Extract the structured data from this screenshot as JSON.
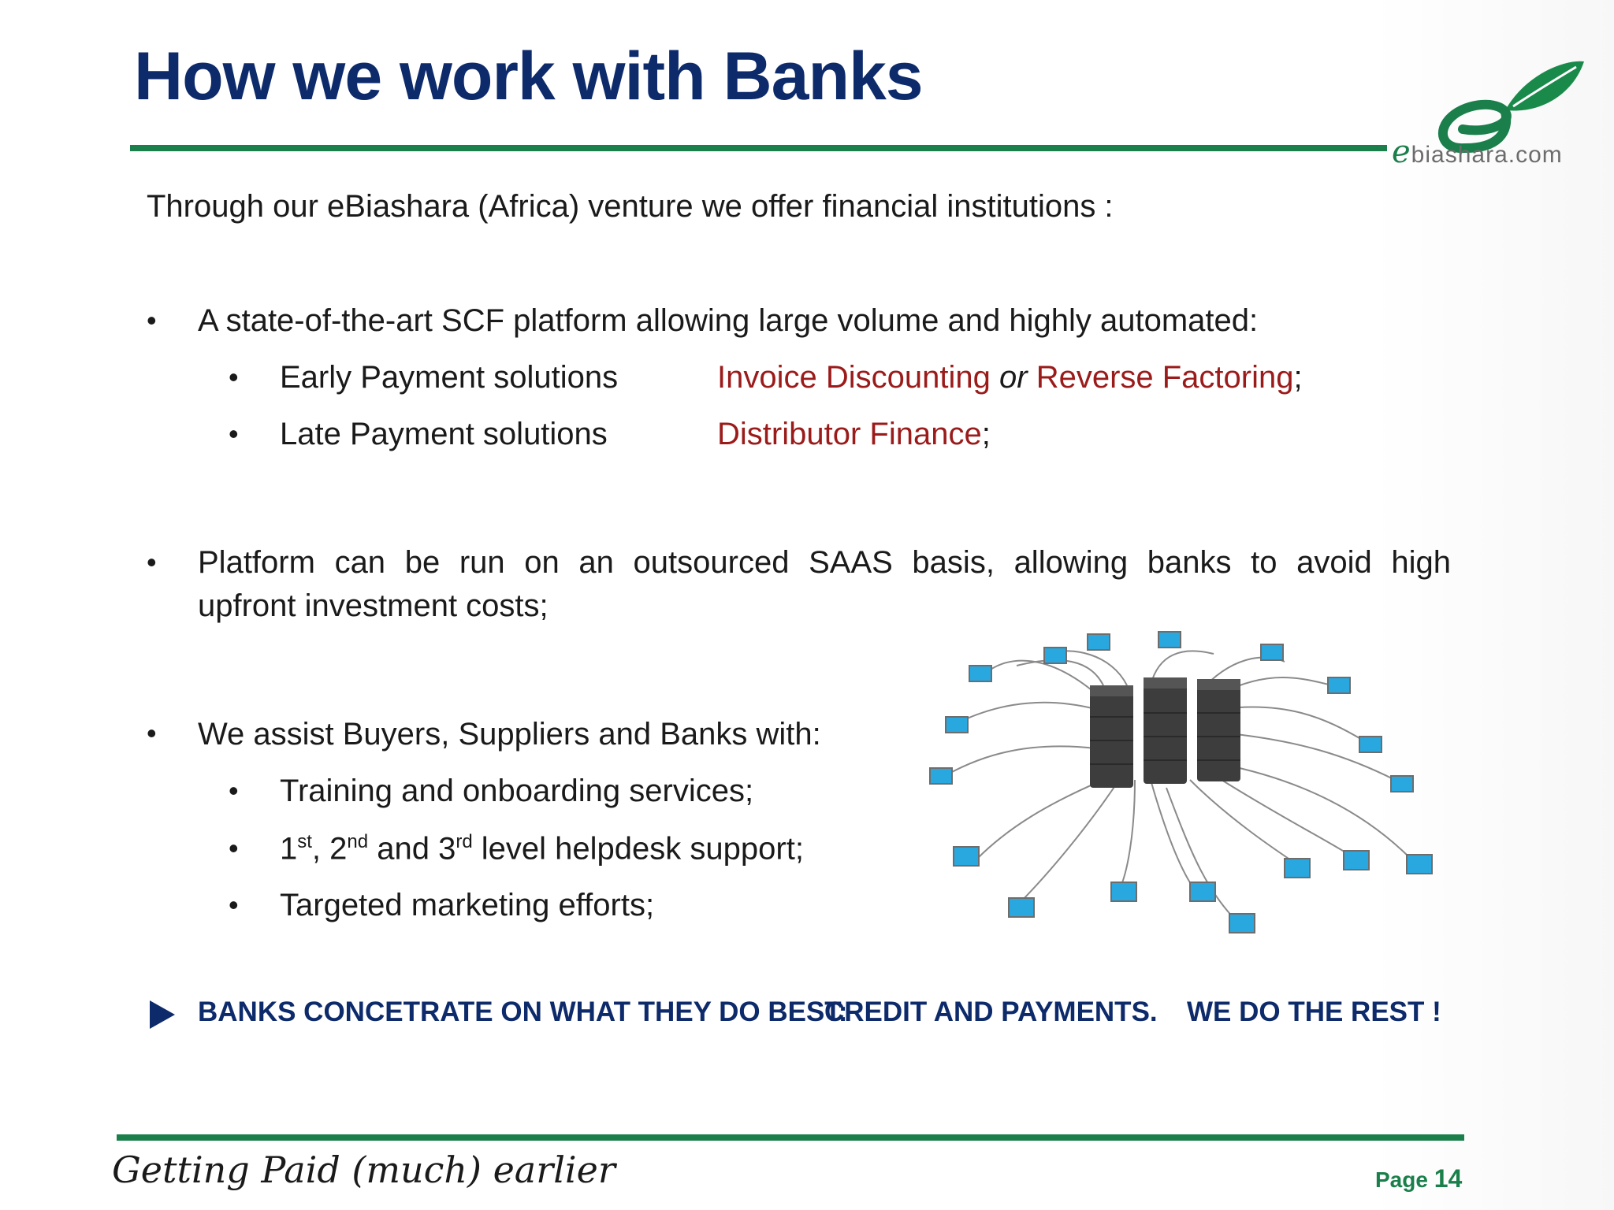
{
  "title": "How we work with Banks",
  "logo": {
    "mark": "e",
    "text": "biashara.com"
  },
  "intro": "Through our eBiashara (Africa) venture we offer financial institutions :",
  "bullets": {
    "platform": {
      "text": "A state-of-the-art SCF platform allowing large volume and highly automated:",
      "items": [
        {
          "label": "Early Payment solutions",
          "value_a": "Invoice Discounting",
          "connector": "or",
          "value_b": "Reverse Factoring",
          "end": ";"
        },
        {
          "label": "Late Payment solutions",
          "value_a": "Distributor Finance",
          "end": ";"
        }
      ]
    },
    "saas": {
      "line1": "Platform can be run on an outsourced SAAS basis, allowing banks to avoid high",
      "line2": "upfront investment costs;"
    },
    "assist": {
      "text": "We assist Buyers, Suppliers and Banks with:",
      "items": [
        "Training and onboarding services;",
        "level helpdesk support;",
        "Targeted marketing efforts;"
      ],
      "levels": [
        {
          "num": "1",
          "sup": "st",
          "sep": ", "
        },
        {
          "num": "2",
          "sup": "nd",
          "sep": " and "
        },
        {
          "num": "3",
          "sup": "rd",
          "sep": " "
        }
      ]
    }
  },
  "callout": {
    "part1": "BANKS CONCETRATE ON WHAT THEY DO BEST:",
    "part2": "CREDIT AND PAYMENTS.",
    "part3": "WE DO THE REST !"
  },
  "footer": {
    "tagline": "Getting Paid (much) earlier",
    "page_label": "Page",
    "page_number": "14"
  },
  "colors": {
    "title": "#0d2a6b",
    "accent_green": "#1a7f4b",
    "highlight_red": "#9b1b1b"
  },
  "illustration": {
    "icon": "server-network-icon",
    "servers": 3,
    "laptops": 18
  }
}
